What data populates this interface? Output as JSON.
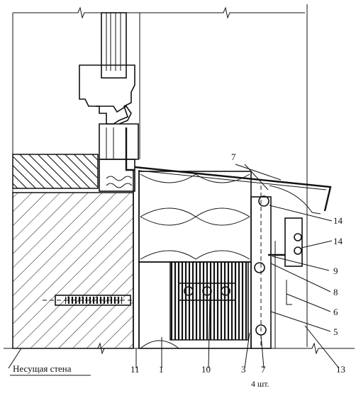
{
  "labels": {
    "bearing_wall": "Несущая стена",
    "qty_note": "4 шт."
  },
  "callouts": [
    {
      "num": "7"
    },
    {
      "num": "14"
    },
    {
      "num": "14"
    },
    {
      "num": "9"
    },
    {
      "num": "8"
    },
    {
      "num": "6"
    },
    {
      "num": "5"
    },
    {
      "num": "13"
    },
    {
      "num": "11"
    },
    {
      "num": "1"
    },
    {
      "num": "10"
    },
    {
      "num": "3"
    },
    {
      "num": "7"
    }
  ]
}
